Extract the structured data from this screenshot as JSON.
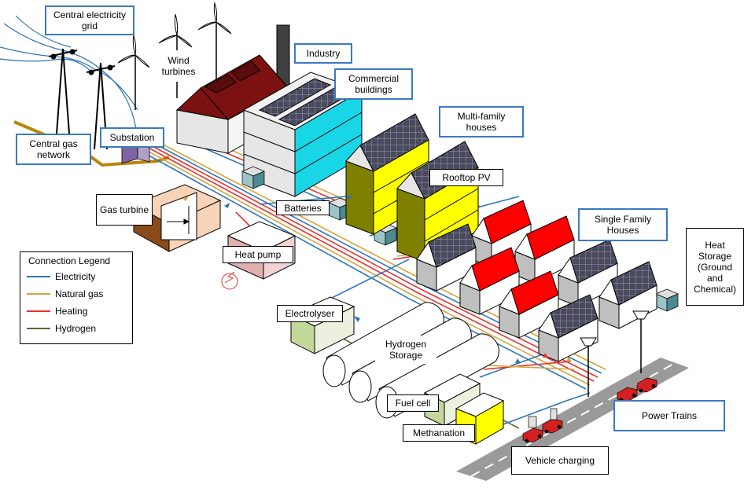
{
  "labels": {
    "central_grid": "Central electricity grid",
    "wind_turbines": "Wind turbines",
    "industry": "Industry",
    "commercial": "Commercial buildings",
    "multi_family": "Multi-family houses",
    "central_gas": "Central gas network",
    "substation": "Substation",
    "rooftop_pv": "Rooftop PV",
    "gas_turbine": "Gas turbine",
    "batteries": "Batteries",
    "single_family": "Single Family Houses",
    "heat_storage": "Heat Storage (Ground and Chemical)",
    "heat_pump": "Heat pump",
    "electrolyser": "Electrolyser",
    "hydrogen_storage": "Hydrogen Storage",
    "fuel_cell": "Fuel cell",
    "methanation": "Methanation",
    "power_trains": "Power Trains",
    "vehicle_charging": "Vehicle charging"
  },
  "legend": {
    "title": "Connection Legend",
    "items": [
      {
        "label": "Electricity",
        "color": "#2e75b6"
      },
      {
        "label": "Natural gas",
        "color": "#d9a43a"
      },
      {
        "label": "Heating",
        "color": "#e8322e"
      },
      {
        "label": "Hydrogen",
        "color": "#5a6b2e"
      }
    ]
  },
  "colors": {
    "label_border": "#3b79c3",
    "industry_roof": "#7b1111",
    "commercial_side": "#19d6e6",
    "multi_family_walls": "#ffff00",
    "single_family_roof": "#ff0000",
    "gas_network": "#b8860b"
  }
}
